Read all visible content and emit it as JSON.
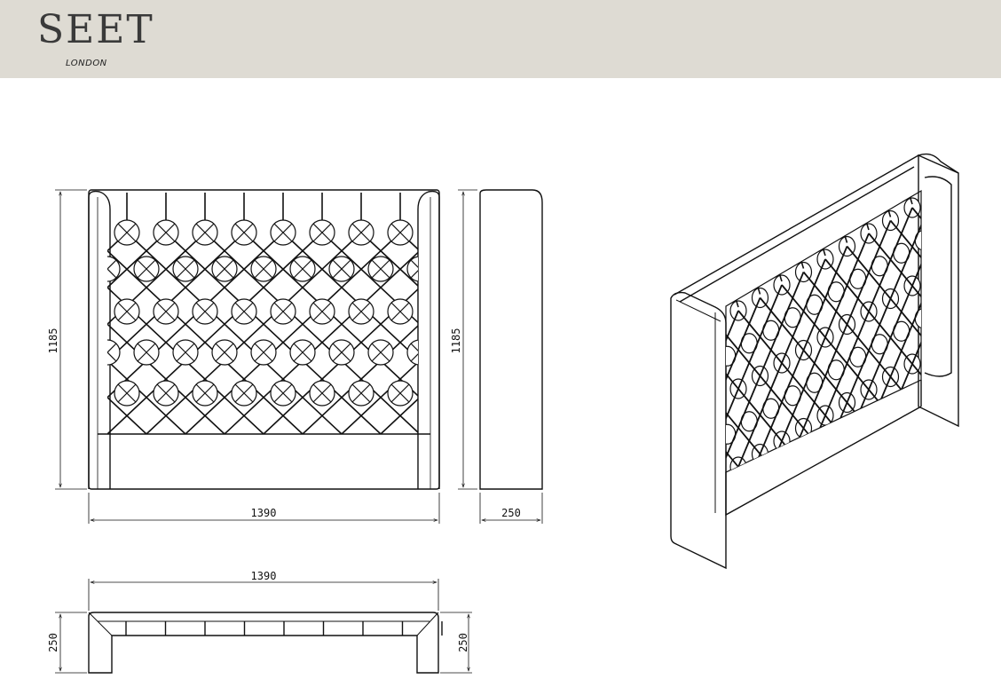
{
  "brand": {
    "name": "SEET",
    "location": "LONDON"
  },
  "dimensions": {
    "front_height": "1185",
    "front_width": "1390",
    "side_height": "1185",
    "side_depth": "250",
    "top_width": "1390",
    "top_depth_left": "250",
    "top_depth_right": "250"
  }
}
